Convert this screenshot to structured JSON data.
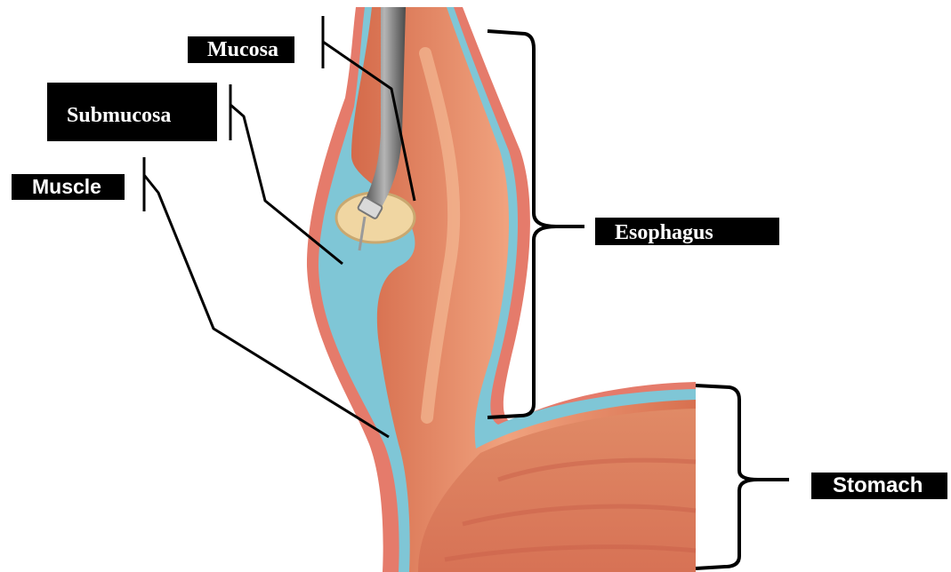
{
  "labels": {
    "mucosa": "Mucosa",
    "submucosa": "Submucosa",
    "muscle": "Muscle",
    "esophagus": "Esophagus",
    "stomach": "Stomach"
  },
  "colors": {
    "muscle_wall": "#e07a68",
    "muscle_inner": "#c9553f",
    "submucosa_fluid": "#7fc6d6",
    "mucosa_tissue": "#e58a66",
    "mucosa_highlight": "#f2b08a",
    "endoscope": "#6b6b6b",
    "label_bg": "#000000",
    "label_text": "#ffffff"
  }
}
